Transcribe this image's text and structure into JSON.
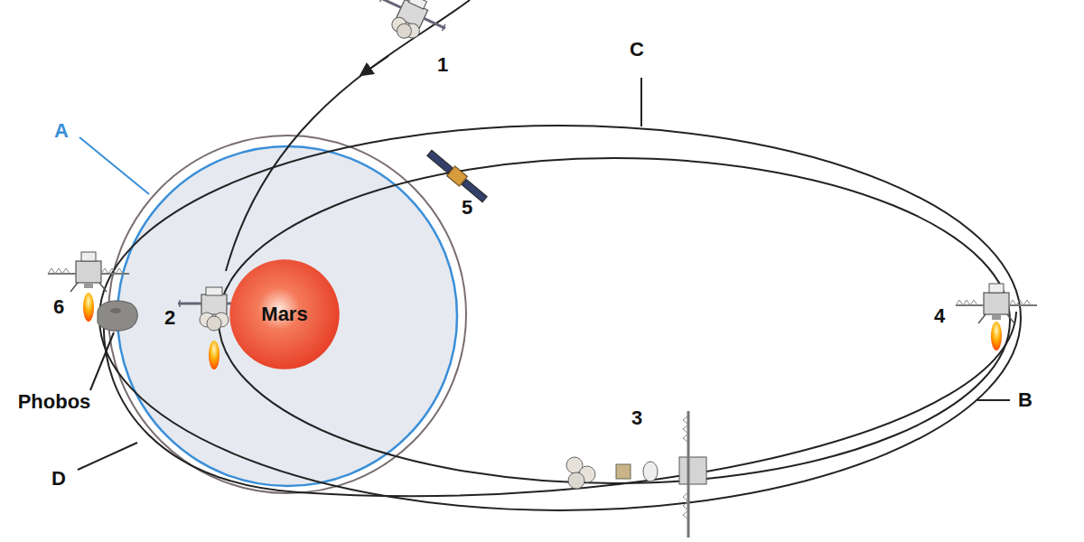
{
  "diagram": {
    "nodes": [
      {
        "text": [
          "Mars"
        ]
      }
    ],
    "labels": [
      "A",
      "B",
      "C",
      "D",
      "1",
      "2",
      "3",
      "4",
      "5",
      "6",
      "Phobos"
    ]
  }
}
